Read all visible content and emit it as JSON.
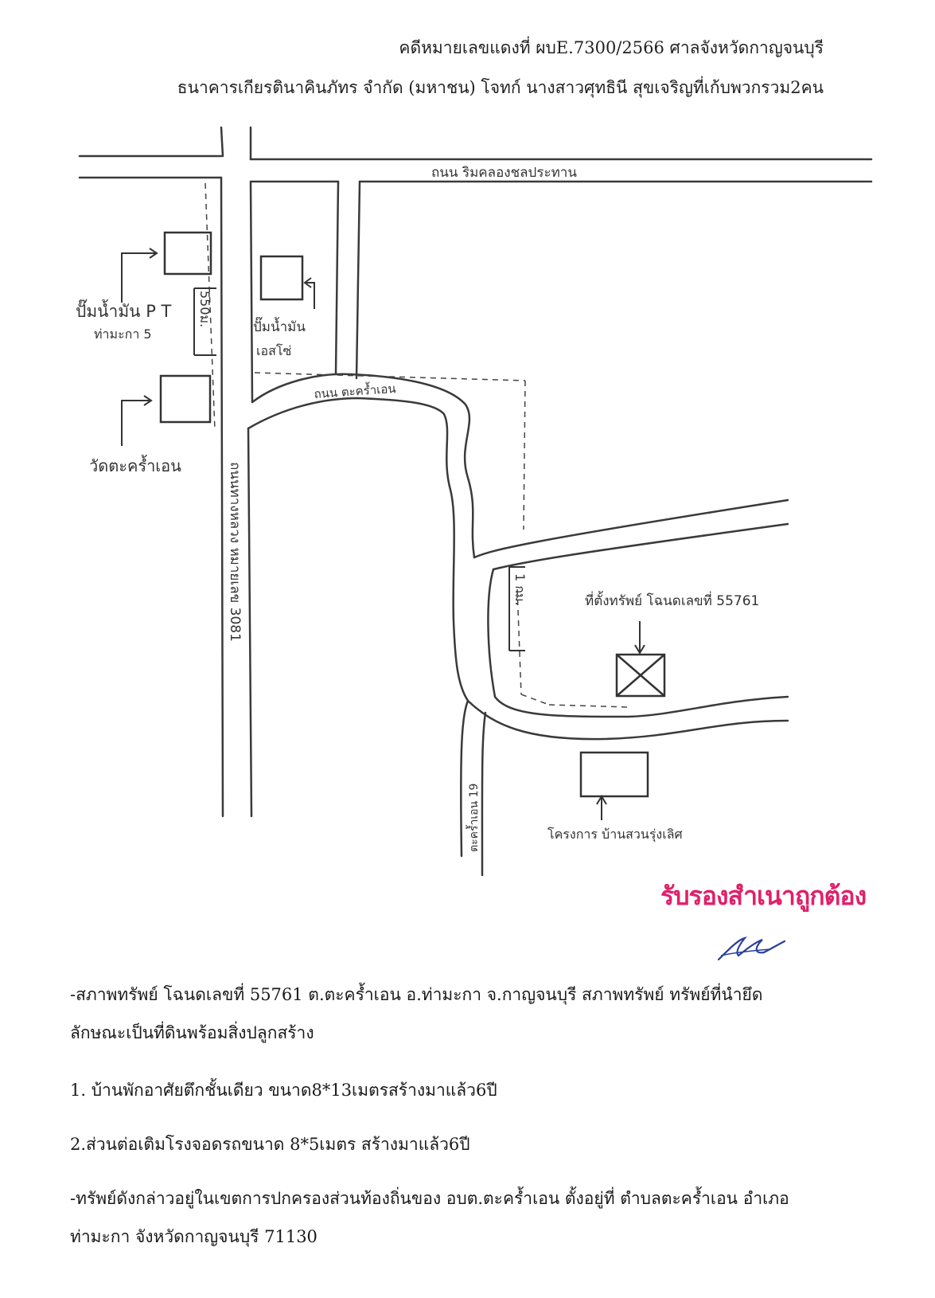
{
  "header": {
    "case_number": "คดีหมายเลขแดงที่ ผบE.7300/2566 ศาลจังหวัดกาญจนบุรี",
    "parties": "ธนาคารเกียรตินาคินภัทร จำกัด (มหาชน) โจทก์ นางสาวศุทธินี สุขเจริญที่เก้บพวกรวม2คน"
  },
  "map": {
    "labels": {
      "road_top": "ถนน ริมคลองชลประทาน",
      "gas_station_pt": "ปั๊มน้ำมัน P T",
      "gas_station_pt_sub": "ท่ามะกา 5",
      "gas_station_esso": "ปั๊มน้ำมัน",
      "gas_station_esso_sub": "เอสโซ่",
      "distance_550": "550ม.",
      "road_takhraen": "ถนน ตะคร้ำเอน",
      "temple": "วัดตะคร้ำเอน",
      "highway": "ถนนทางหลวง หมายเลข 3081",
      "distance_1km": "1 กม.",
      "property_label": "ที่ตั้งทรัพย์ โฉนดเลขที่ 55761",
      "soi_19": "ตะคร้ำเอน 19",
      "housing_project": "โครงการ บ้านสวนรุ่งเลิศ"
    }
  },
  "stamp": {
    "certified_copy": "รับรองสำเนาถูกต้อง"
  },
  "body": {
    "description": "-สภาพทรัพย์ โฉนดเลขที่ 55761   ต.ตะคร้ำเอน อ.ท่ามะกา จ.กาญจนบุรี สภาพทรัพย์ ทรัพย์ที่นำยึดลักษณะเป็นที่ดินพร้อมสิ่งปลูกสร้าง",
    "item_1": "1. บ้านพักอาศัยตึกชั้นเดียว ขนาด8*13เมตรสร้างมาแล้ว6ปี",
    "item_2": "2.ส่วนต่อเติมโรงจอดรถขนาด 8*5เมตร สร้างมาแล้ว6ปี",
    "location": "-ทรัพย์ดังกล่าวอยู่ในเขตการปกครองส่วนท้องถิ่นของ อบต.ตะคร้ำเอน ตั้งอยู่ที่  ตำบลตะคร้ำเอน  อำเภอท่ามะกา จังหวัดกาญจนบุรี 71130"
  }
}
